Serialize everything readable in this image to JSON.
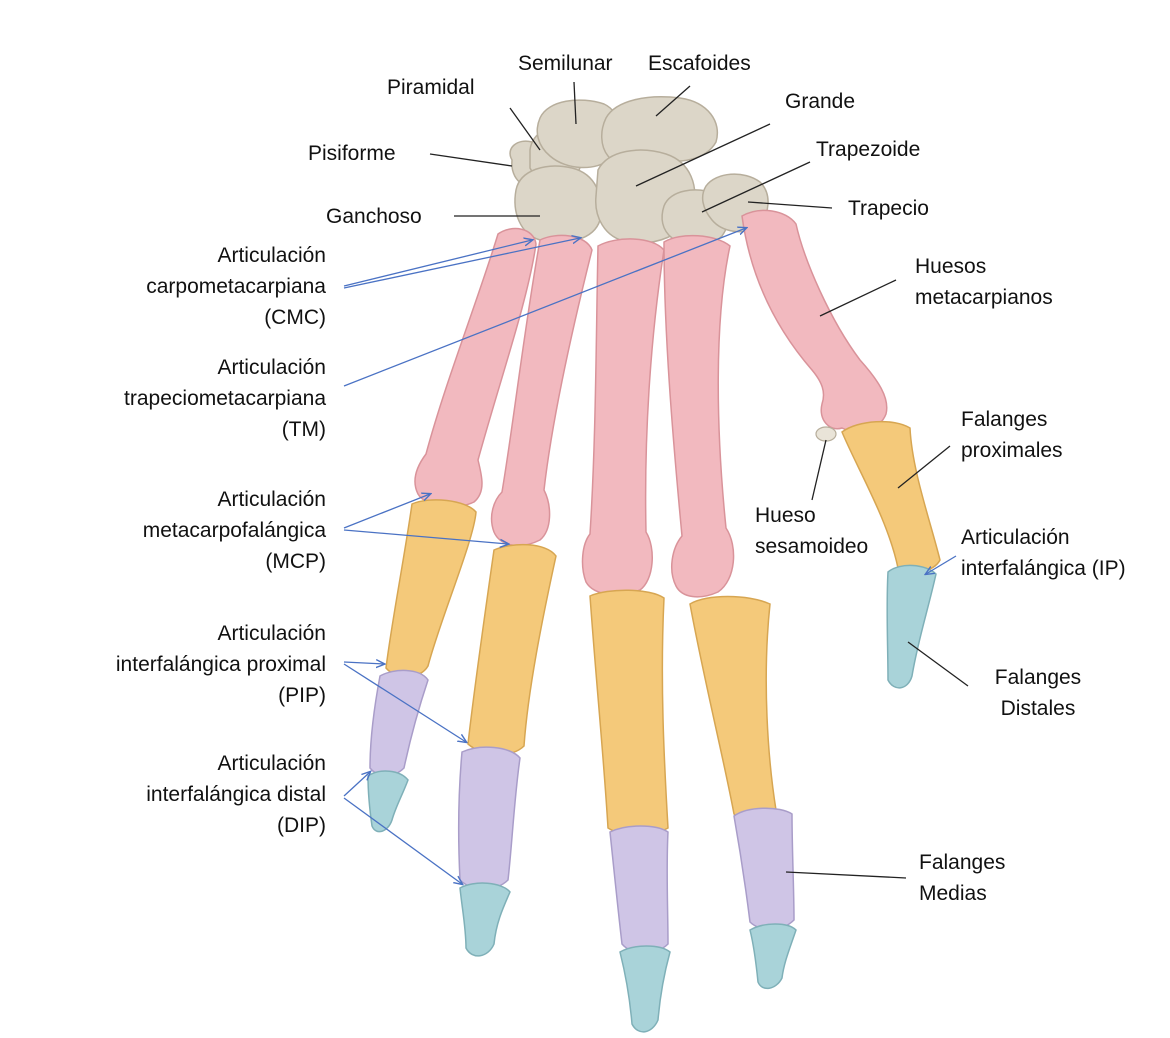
{
  "colors": {
    "carpal": "#dcd6c8",
    "carpal_edge": "#b7ae9c",
    "metacarpal": "#f2b9bf",
    "metacarpal_edge": "#d9939a",
    "proximal": "#f4c97a",
    "proximal_edge": "#d7a652",
    "middle": "#cfc5e6",
    "middle_edge": "#a99dc9",
    "distal": "#a9d3d9",
    "distal_edge": "#7fb0b8",
    "sesamoid": "#e9e4d8",
    "leader_black": "#222222",
    "leader_blue": "#4a72c4"
  },
  "labels": {
    "semilunar": "Semilunar",
    "escafoides": "Escafoides",
    "piramidal": "Piramidal",
    "grande": "Grande",
    "pisiforme": "Pisiforme",
    "trapezoide": "Trapezoide",
    "ganchoso": "Ganchoso",
    "trapecio": "Trapecio",
    "cmc": [
      "Articulación",
      "carpometacarpiana",
      "(CMC)"
    ],
    "tm": [
      "Articulación",
      "trapeciometacarpiana",
      "(TM)"
    ],
    "mcp": [
      "Articulación",
      "metacarpofalángica",
      "(MCP)"
    ],
    "pip": [
      "Articulación",
      "interfalángica proximal",
      "(PIP)"
    ],
    "dip": [
      "Articulación",
      "interfalángica distal",
      "(DIP)"
    ],
    "metacarpianos": [
      "Huesos",
      "metacarpianos"
    ],
    "proximales": [
      "Falanges",
      "proximales"
    ],
    "sesamoideo": [
      "Hueso",
      "sesamoideo"
    ],
    "ip": [
      "Articulación",
      "interfalángica (IP)"
    ],
    "distales": [
      "Falanges",
      "Distales"
    ],
    "medias": [
      "Falanges",
      "Medias"
    ]
  }
}
